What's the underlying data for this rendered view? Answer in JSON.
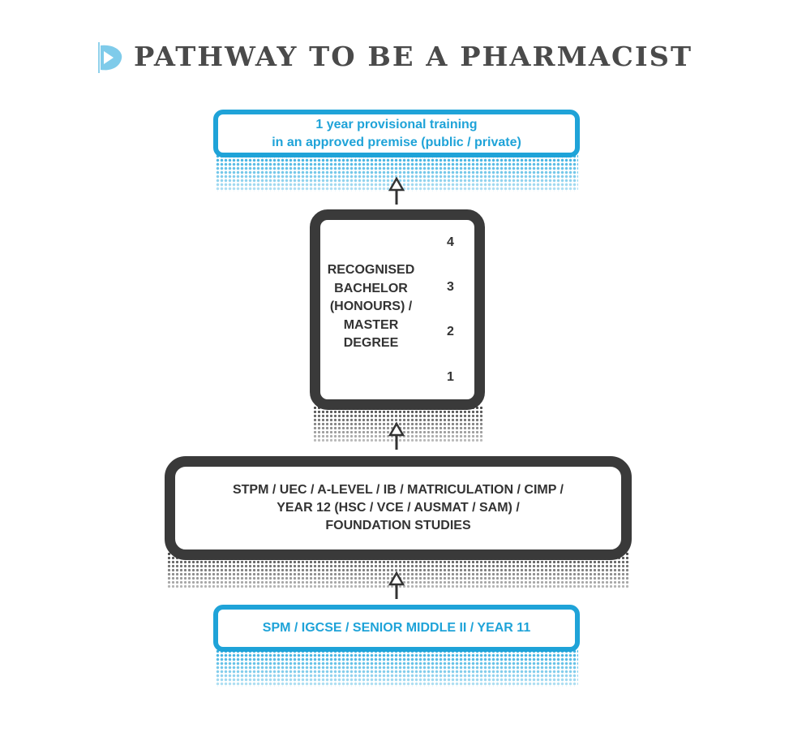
{
  "title": "PATHWAY TO BE A PHARMACIST",
  "colors": {
    "accent_blue": "#1fa3d8",
    "dark": "#3a3a3a"
  },
  "steps": {
    "training": {
      "line1": "1 year provisional training",
      "line2": "in an approved premise (public / private)"
    },
    "degree": {
      "lines": [
        "RECOGNISED",
        "BACHELOR",
        "(HONOURS) /",
        "MASTER",
        "DEGREE"
      ],
      "years": [
        "4",
        "3",
        "2",
        "1"
      ]
    },
    "preuniversity": {
      "line1": "STPM / UEC / A-LEVEL / IB / MATRICULATION / CIMP /",
      "line2": "YEAR 12 (HSC / VCE / AUSMAT / SAM) /",
      "line3": "FOUNDATION STUDIES"
    },
    "secondary": {
      "label": "SPM / IGCSE / SENIOR MIDDLE II / YEAR 11"
    }
  }
}
